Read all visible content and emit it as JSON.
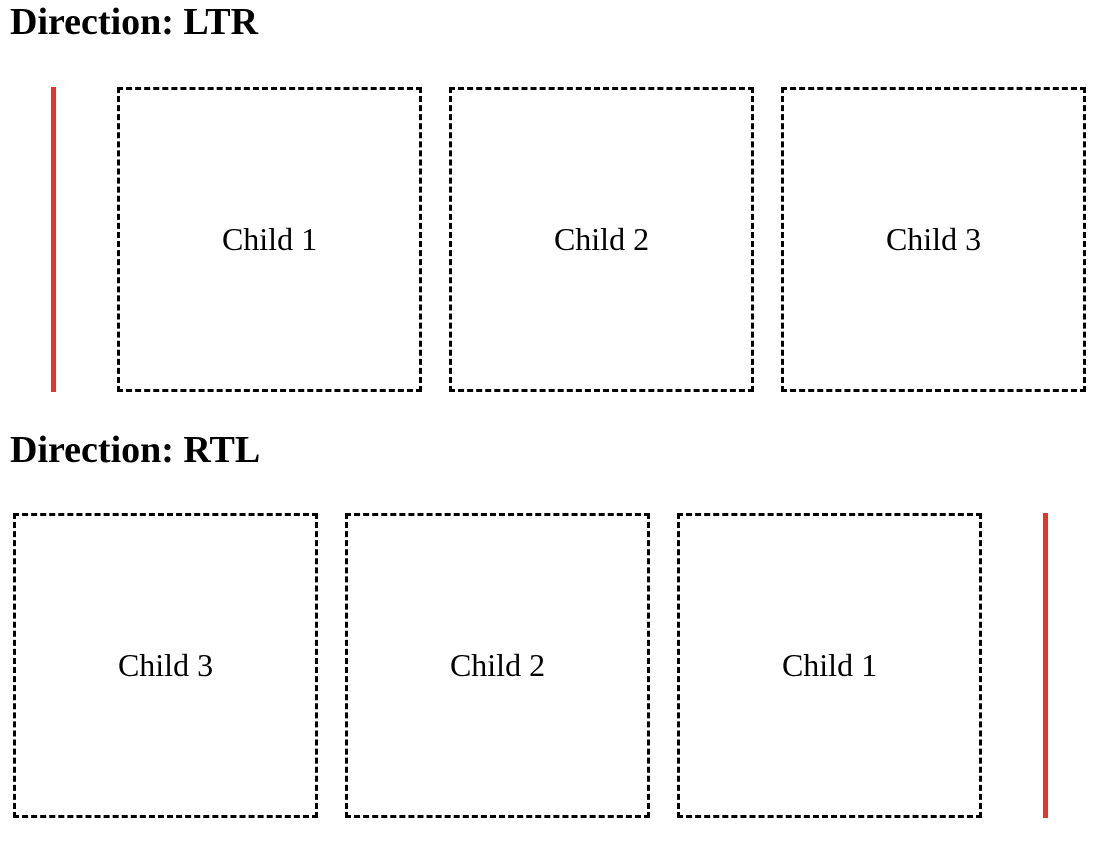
{
  "page": {
    "background": "#ffffff",
    "text_color": "#000000"
  },
  "accent": {
    "marker_red": "#e5352b",
    "box_border_black": "#000000"
  },
  "sections": [
    {
      "title": "Direction: LTR",
      "direction": "ltr",
      "children": [
        "Child 1",
        "Child 2",
        "Child 3"
      ]
    },
    {
      "title": "Direction: RTL",
      "direction": "rtl",
      "children": [
        "Child 1",
        "Child 2",
        "Child 3"
      ]
    }
  ]
}
